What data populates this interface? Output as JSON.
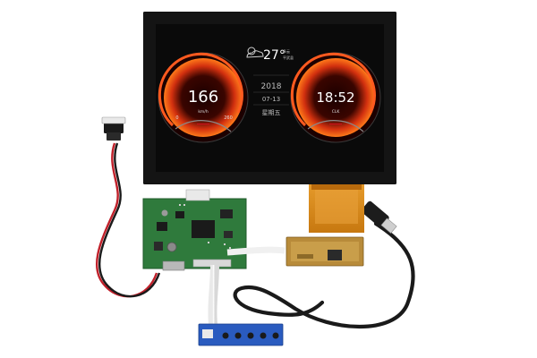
{
  "screen": {
    "weather": {
      "temperature": "27°",
      "line1": "多云",
      "line2": "平武县",
      "icon": "partly-cloudy-icon"
    },
    "date": {
      "year": "2018",
      "month_day": "07-13",
      "weekday": "星期五"
    },
    "left_gauge": {
      "value": "166",
      "unit": "km/h",
      "min_label": "0",
      "max_label": "260",
      "fill_fraction": 0.64
    },
    "right_gauge": {
      "value": "18:52",
      "unit": "CLK",
      "fill_fraction": 0.79
    }
  },
  "colors": {
    "bezel": "#141414",
    "screen_bg": "#0a0a0a",
    "gauge_orange": "#ff5a1f",
    "gauge_red": "#c8101a",
    "pcb_green": "#2f7a3c",
    "fpc_amber": "#d98a1c",
    "keypad_blue": "#2a5bbf",
    "cable_black": "#1a1a1a",
    "wire_red": "#c0202a"
  }
}
